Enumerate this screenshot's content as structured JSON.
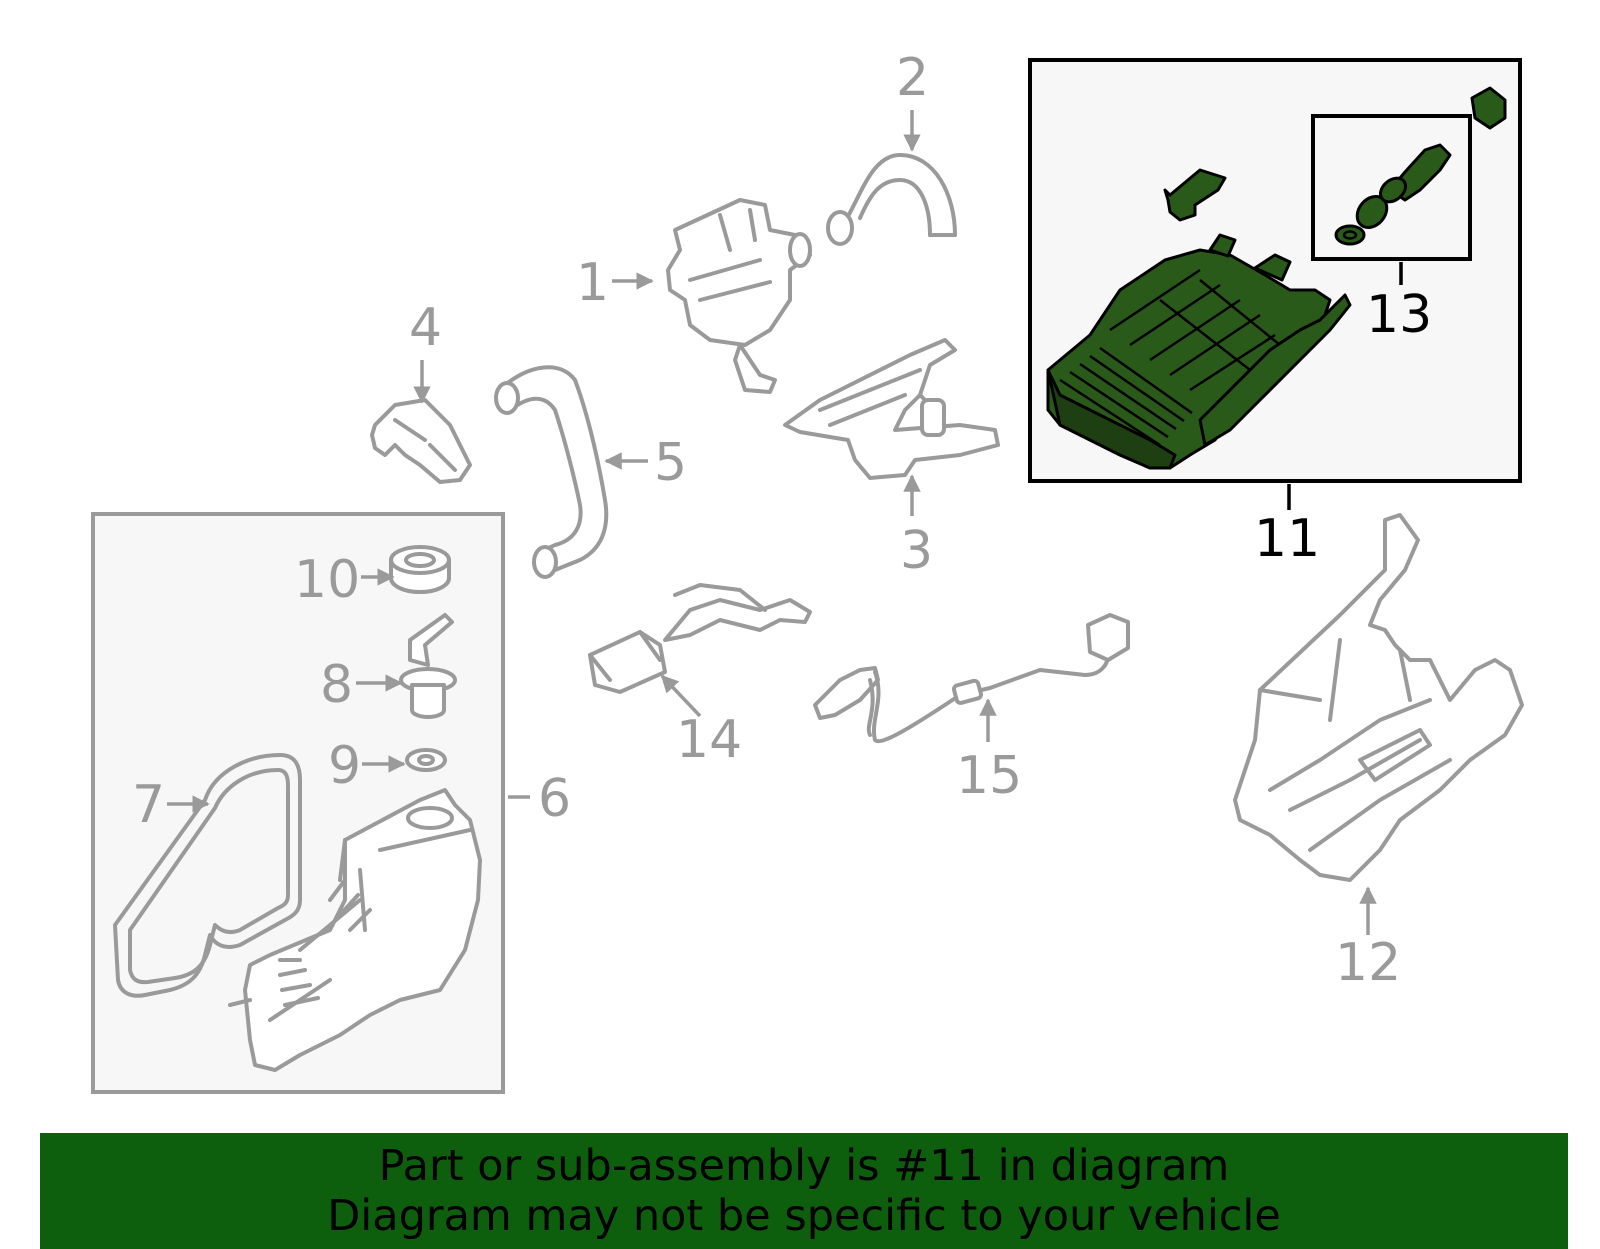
{
  "diagram": {
    "callouts": {
      "c1": "1",
      "c2": "2",
      "c3": "3",
      "c4": "4",
      "c5": "5",
      "c6": "6",
      "c7": "7",
      "c8": "8",
      "c9": "9",
      "c10": "10",
      "c11": "11",
      "c12": "12",
      "c13": "13",
      "c14": "14",
      "c15": "15"
    },
    "highlighted_part": "11",
    "colors": {
      "highlight": "#2a5a1a",
      "banner": "#0d5e0d",
      "line": "#9a9a9a"
    }
  },
  "banner": {
    "line1": "Part or sub-assembly is #11 in diagram",
    "line2": "Diagram may not be specific to your vehicle"
  }
}
